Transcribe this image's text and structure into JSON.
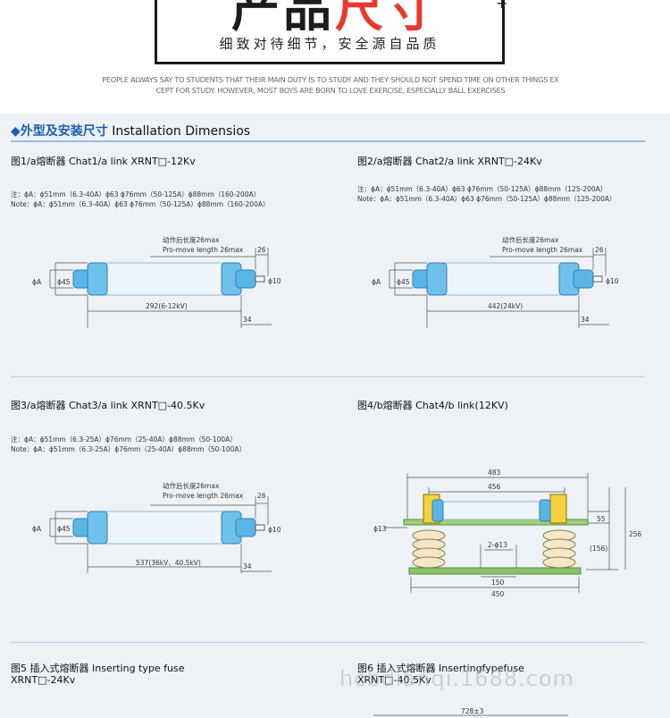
{
  "header": {
    "big_title_black": "产品",
    "big_title_red": "尺寸",
    "slogan": "细致对待细节，安全源自品质",
    "plus": "+",
    "en_text_line1": "PEOPLE ALWAYS SAY TO STUDENTS THAT THEIR MAIN DUTY IS TO STUDY AND THEY SHOULD NOT SPEND TIME ON OTHER THINGS EX",
    "en_text_line2": "CEPT FOR STUDY. HOWEVER, MOST BOYS ARE BORN TO LOVE EXERCISE, ESPECIALLY BALL EXERCISES"
  },
  "section": {
    "diamond": "◆",
    "title_cn": "外型及安装尺寸",
    "title_en": "Installation Dimensios"
  },
  "figures": {
    "fig1": {
      "title": "图1/a熔断器 Chat1/a link  XRNT□-12Kv",
      "note1": "注：ϕA：ϕ51mm（6.3-40A）ϕ63  ϕ76mm（50-125A）ϕ88mm（160-200A）",
      "note2": "Note：ϕA：ϕ51mm（6.3-40A）ϕ63  ϕ76mm（50-125A）ϕ88mm（160-200A）",
      "label_cn": "动作后长度26max",
      "label_en": "Pro-move length 26max",
      "dim_26": "26",
      "dim_phiA": "ϕA",
      "dim_45": "ϕ45",
      "dim_10": "ϕ10",
      "dim_len": "292(6-12kV)",
      "dim_34": "34"
    },
    "fig2": {
      "title": "图2/a熔断器 Chat2/a link  XRNT□-24Kv",
      "note1": "注：ϕA：ϕ51mm（6.3-40A）ϕ63  ϕ76mm（50-125A）ϕ88mm（125-200A）",
      "note2": "Note：ϕA：ϕ51mm（6.3-40A）ϕ63  ϕ76mm（50-125A）ϕ88mm（125-200A）",
      "label_cn": "动作后长度26max",
      "label_en": "Pro-move length 26max",
      "dim_26": "26",
      "dim_phiA": "ϕA",
      "dim_45": "ϕ45",
      "dim_10": "ϕ10",
      "dim_len": "442(24kV)",
      "dim_34": "34"
    },
    "fig3": {
      "title": "图3/a熔断器 Chat3/a link  XRNT□-40.5Kv",
      "note1": "注：ϕA：ϕ51mm（6.3-25A）ϕ76mm（25-40A）ϕ88mm（50-100A）",
      "note2": "Note：ϕA：ϕ51mm（6.3-25A）ϕ76mm（25-40A）ϕ88mm（50-100A）",
      "label_cn": "动作后长度26max",
      "label_en": "Pro-move length 26max",
      "dim_26": "26",
      "dim_phiA": "ϕA",
      "dim_45": "ϕ45",
      "dim_10": "ϕ10",
      "dim_len": "537(36kV、40.5kV)",
      "dim_34": "34"
    },
    "fig4": {
      "title": "图4/b熔断器 Chat4/b link(12KV)",
      "dim_483": "483",
      "dim_456": "456",
      "dim_13": "ϕ13",
      "dim_55": "55",
      "dim_256": "256",
      "dim_156": "(156)",
      "dim_2_13": "2-ϕ13",
      "dim_150": "150",
      "dim_450": "450"
    },
    "fig5": {
      "title": "图5 插入式熔断器  Inserting type fuse",
      "subtitle": "XRNT□-24Kv"
    },
    "fig6": {
      "title": "图6 插入式熔断器  Insertingfypefuse",
      "subtitle": "XRNT□-40.5Kv",
      "dim_728": "728±3"
    }
  },
  "watermark": "hcbdianqi.1688.com",
  "colors": {
    "accent_blue": "#1a5fb4",
    "red_title": "#e8392d",
    "panel_bg": "#eef2f6",
    "fuse_cap": "#5ab5e6",
    "fuse_body": "#eef6fb",
    "base_green": "#8cc46a"
  }
}
